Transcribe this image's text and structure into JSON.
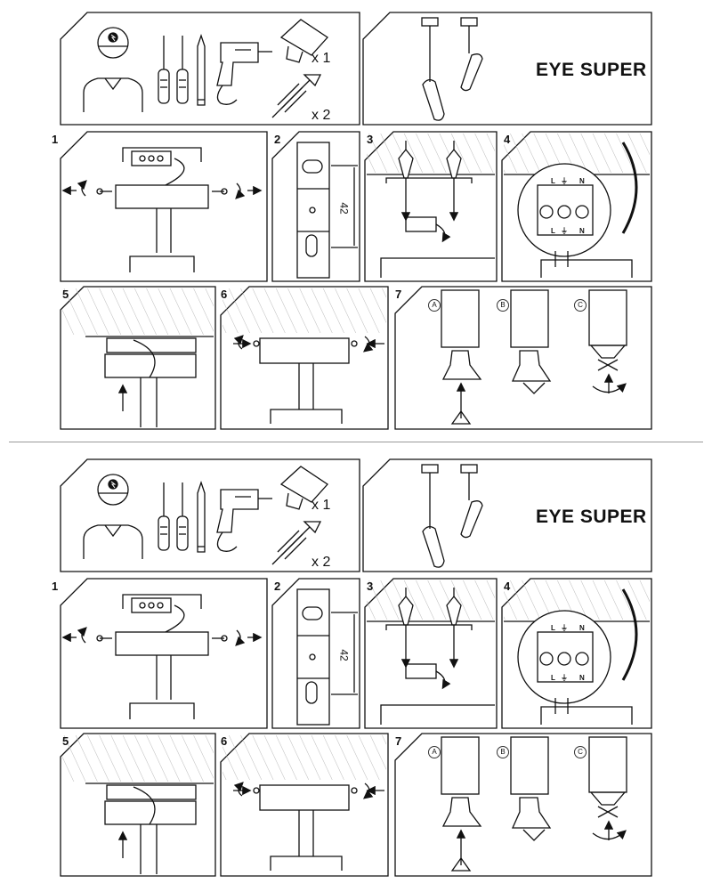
{
  "product_name": "EYE SUPER",
  "quantities": {
    "bulb": "x 1",
    "anchor": "x 2"
  },
  "steps": [
    "1",
    "2",
    "3",
    "4",
    "5",
    "6",
    "7"
  ],
  "dimension_mm": "42",
  "variants": [
    "A",
    "B",
    "C"
  ],
  "terminals": [
    "L",
    "⏚",
    "N"
  ],
  "sheet_count": 2
}
